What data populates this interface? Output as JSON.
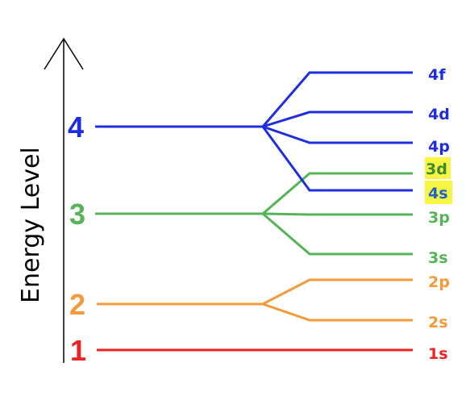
{
  "axis": {
    "label": "Energy Level"
  },
  "colors": {
    "n1": "#ee2222",
    "n2": "#f39a3a",
    "n3": "#55b455",
    "n4": "#1f2de0",
    "highlight": "#f5f542",
    "label3d": "#3e8a32",
    "label4s": "#1f62c8"
  },
  "levels": [
    {
      "n": "1",
      "color_key": "n1"
    },
    {
      "n": "2",
      "color_key": "n2"
    },
    {
      "n": "3",
      "color_key": "n3"
    },
    {
      "n": "4",
      "color_key": "n4"
    }
  ],
  "sublevels": [
    "1s",
    "2s",
    "2p",
    "3s",
    "3p",
    "4s",
    "3d",
    "4p",
    "4d",
    "4f"
  ]
}
